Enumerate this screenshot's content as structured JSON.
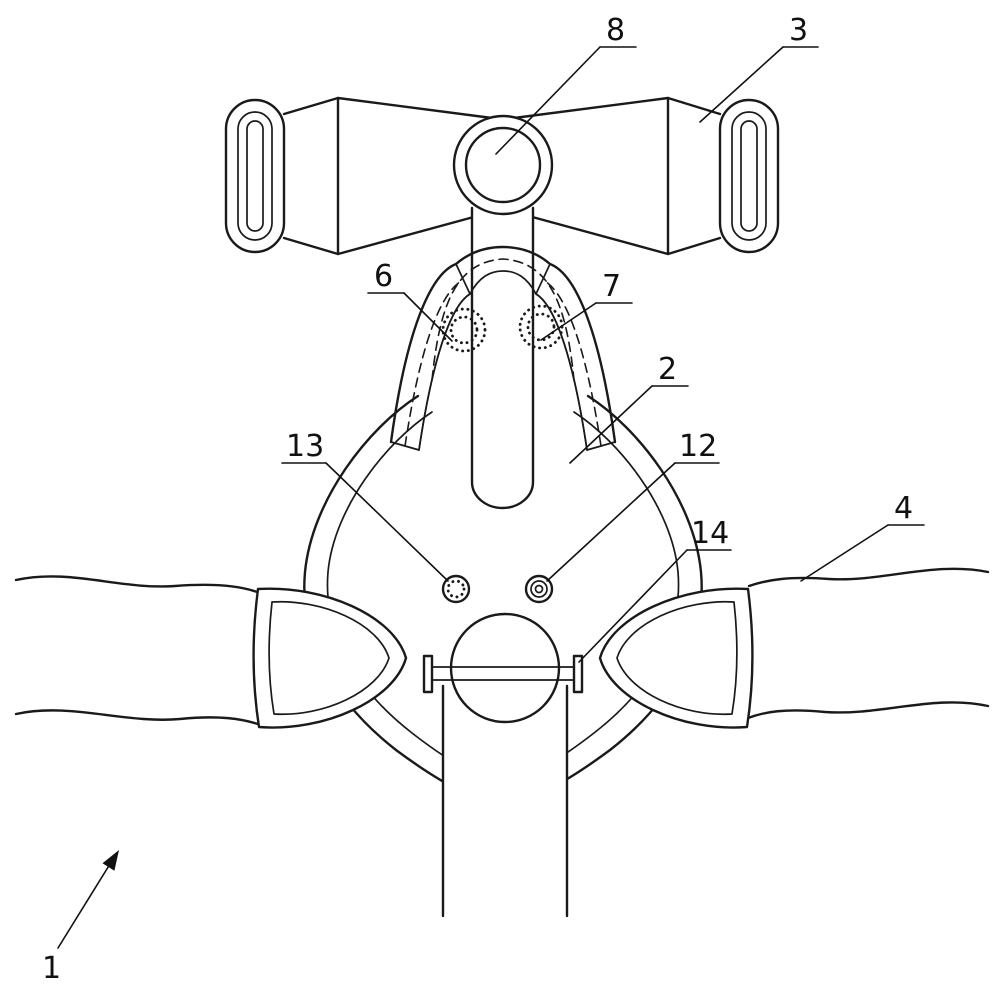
{
  "figure": {
    "background": "#ffffff",
    "line_color": "#1a1a1a",
    "label_color": "#111111"
  },
  "labels": {
    "part1": "1",
    "part2": "2",
    "part3": "3",
    "part4": "4",
    "part6": "6",
    "part7": "7",
    "part8": "8",
    "part12": "12",
    "part13": "13",
    "part14": "14"
  }
}
